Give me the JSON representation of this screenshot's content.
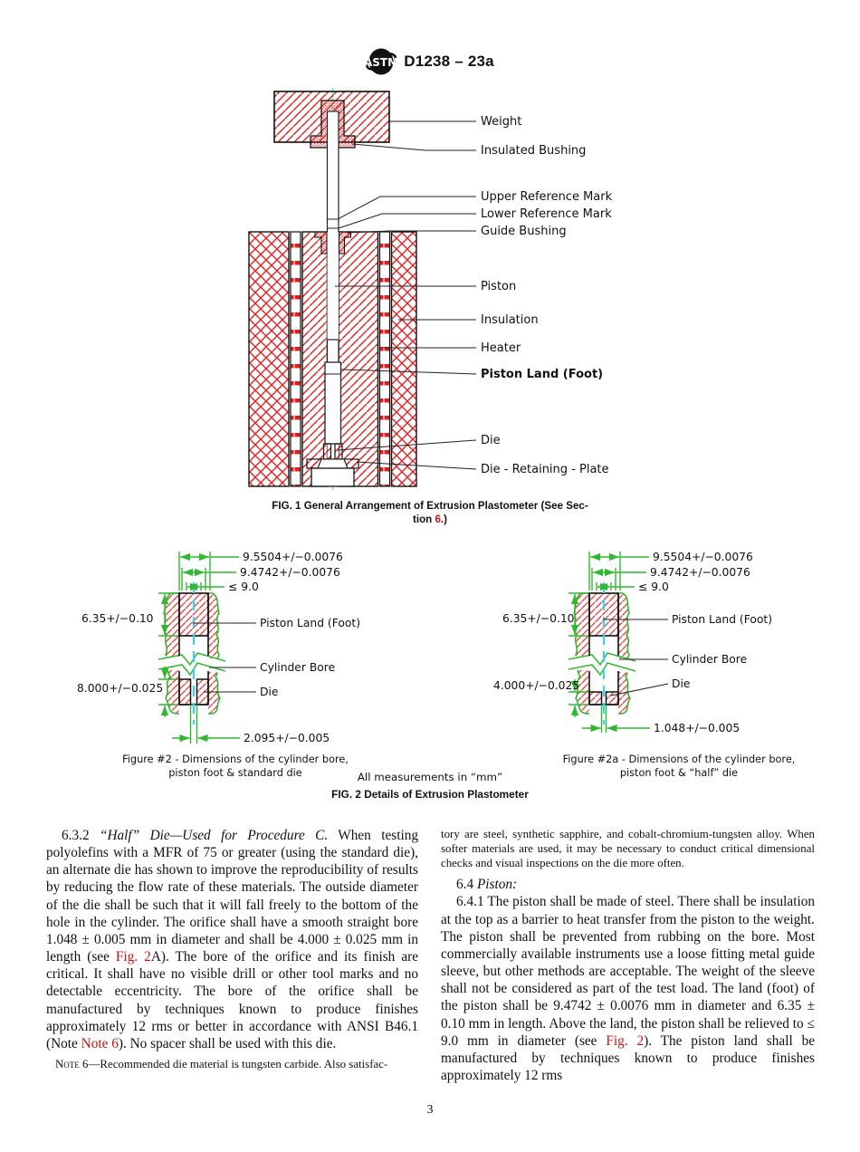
{
  "header": {
    "doc_number": "D1238 – 23a",
    "logo": "ASTM"
  },
  "fig1": {
    "labels": {
      "weight": "Weight",
      "insulated_bushing": "Insulated Bushing",
      "upper_ref": "Upper Reference Mark",
      "lower_ref": "Lower Reference Mark",
      "guide_bushing": "Guide Bushing",
      "piston": "Piston",
      "insulation": "Insulation",
      "heater": "Heater",
      "piston_land": "Piston Land (Foot)",
      "die": "Die",
      "die_plate": "Die - Retaining - Plate"
    },
    "caption_line1": "FIG. 1 General Arrangement of Extrusion Plastometer (See Sec-",
    "caption_l2_pre": "tion ",
    "caption_l2_ref": "6",
    "caption_l2_post": ".)"
  },
  "fig2": {
    "left": {
      "dims": {
        "outer": "9.5504+/−0.0076",
        "land_dia": "9.4742+/−0.0076",
        "relief": "≤ 9.0",
        "land_len": "6.35+/−0.10",
        "die_len": "8.000+/−0.025",
        "die_bore": "2.095+/−0.005"
      },
      "labels": {
        "land": "Piston Land (Foot)",
        "bore": "Cylinder Bore",
        "die": "Die"
      },
      "caption1": "Figure #2 - Dimensions of the cylinder bore,",
      "caption2": "piston foot & standard die"
    },
    "right": {
      "dims": {
        "outer": "9.5504+/−0.0076",
        "land_dia": "9.4742+/−0.0076",
        "relief": "≤ 9.0",
        "land_len": "6.35+/−0.10",
        "die_len": "4.000+/−0.025",
        "die_bore": "1.048+/−0.005"
      },
      "labels": {
        "land": "Piston Land (Foot)",
        "bore": "Cylinder Bore",
        "die": "Die"
      },
      "caption1": "Figure #2a -  Dimensions of the cylinder bore,",
      "caption2": "piston foot & “half” die"
    },
    "units_note": "All measurements in “mm”",
    "caption": "FIG. 2 Details of Extrusion Plastometer"
  },
  "body": {
    "p632": {
      "num": "6.3.2 ",
      "title": "“Half” Die—Used for Procedure C.",
      "t1": " When testing polyolefins with a MFR of 75 or greater (using the standard die), an alternate die has shown to improve the reproducibility of results by reducing the flow rate of these materials. The outside diameter of the die shall be such that it will fall freely to the bottom of the hole in the cylinder. The orifice shall have a smooth straight bore 1.048 ± 0.005 mm in diameter and shall be 4.000 ± 0.025 mm in length (see ",
      "ref1": "Fig. 2",
      "t2": "A). The bore of the orifice and its finish are critical. It shall have no visible drill or other tool marks and no detectable eccentricity. The bore of the orifice shall be manufactured by techniques known to produce finishes approximately 12 rms or better in accordance with ANSI B46.1 (Note ",
      "ref2": "Note 6",
      "t3": "). No spacer shall be used with this die."
    },
    "note6": {
      "label": "Note 6",
      "text": "—Recommended die material is tungsten carbide. Also satisfac-"
    },
    "note6_cont": "tory are steel, synthetic sapphire, and cobalt-chromium-tungsten alloy. When softer materials are used, it may be necessary to conduct critical dimensional checks and visual inspections on the die more often.",
    "p64": {
      "num": "6.4 ",
      "title": "Piston:"
    },
    "p641": {
      "t1": "6.4.1 The piston shall be made of steel. There shall be insulation at the top as a barrier to heat transfer from the piston to the weight. The piston shall be prevented from rubbing on the bore. Most commercially available instruments use a loose fitting metal guide sleeve, but other methods are acceptable. The weight of the sleeve shall not be considered as part of the test load. The land (foot) of the piston shall be 9.4742 ± 0.0076 mm in diameter and 6.35 ± 0.10 mm in length. Above the land, the piston shall be relieved to ≤ 9.0 mm in diameter (see ",
      "ref": "Fig. 2",
      "t2": "). The piston land shall be manufactured by techniques known to produce finishes approximately 12 rms"
    }
  },
  "footer": {
    "page": "3"
  },
  "colors": {
    "hatch_red": "#e02020",
    "dim_green": "#2eb92e",
    "centerline_teal": "#8ae8cf",
    "centerline_cyan": "#3fd0f0",
    "link_red": "#cc1111"
  }
}
